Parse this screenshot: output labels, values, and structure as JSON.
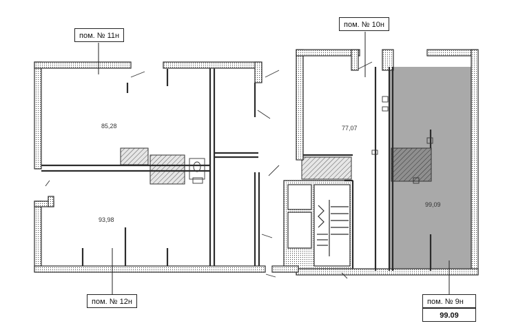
{
  "units": [
    {
      "id": "11",
      "label": "пом. № 11н",
      "area": "85,28"
    },
    {
      "id": "10",
      "label": "пом. № 10н",
      "area": "77,07"
    },
    {
      "id": "12",
      "label": "пом. № 12н",
      "area": "93,98"
    },
    {
      "id": "9",
      "label": "пом. № 9н",
      "area": "99,09",
      "area_box": "99.09"
    }
  ],
  "colors": {
    "wall": "#2b2b2b",
    "highlight": "#a9a9a9",
    "hatch": "#555555",
    "leader": "#222222"
  }
}
